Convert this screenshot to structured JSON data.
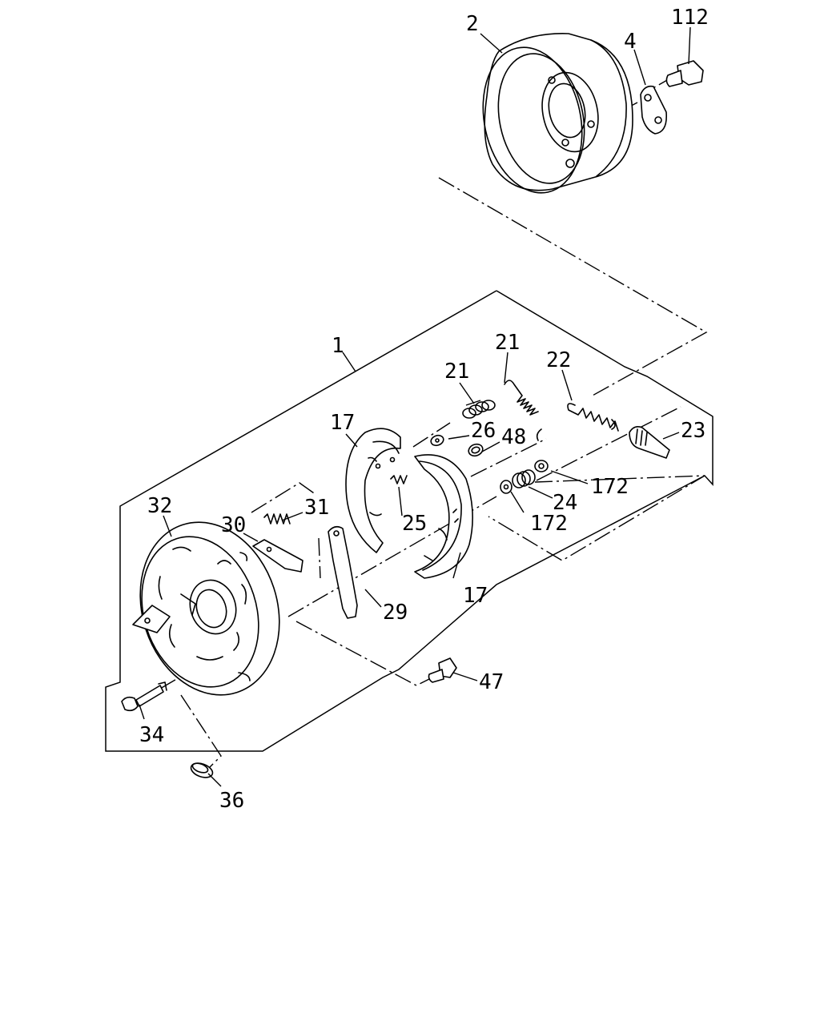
{
  "callouts": {
    "c1": "1",
    "c2": "2",
    "c4": "4",
    "c112": "112",
    "c17a": "17",
    "c17b": "17",
    "c21a": "21",
    "c21b": "21",
    "c22": "22",
    "c23": "23",
    "c24": "24",
    "c25": "25",
    "c26": "26",
    "c29": "29",
    "c30": "30",
    "c31": "31",
    "c32": "32",
    "c34": "34",
    "c36": "36",
    "c47": "47",
    "c48": "48",
    "c172a": "172",
    "c172b": "172"
  }
}
